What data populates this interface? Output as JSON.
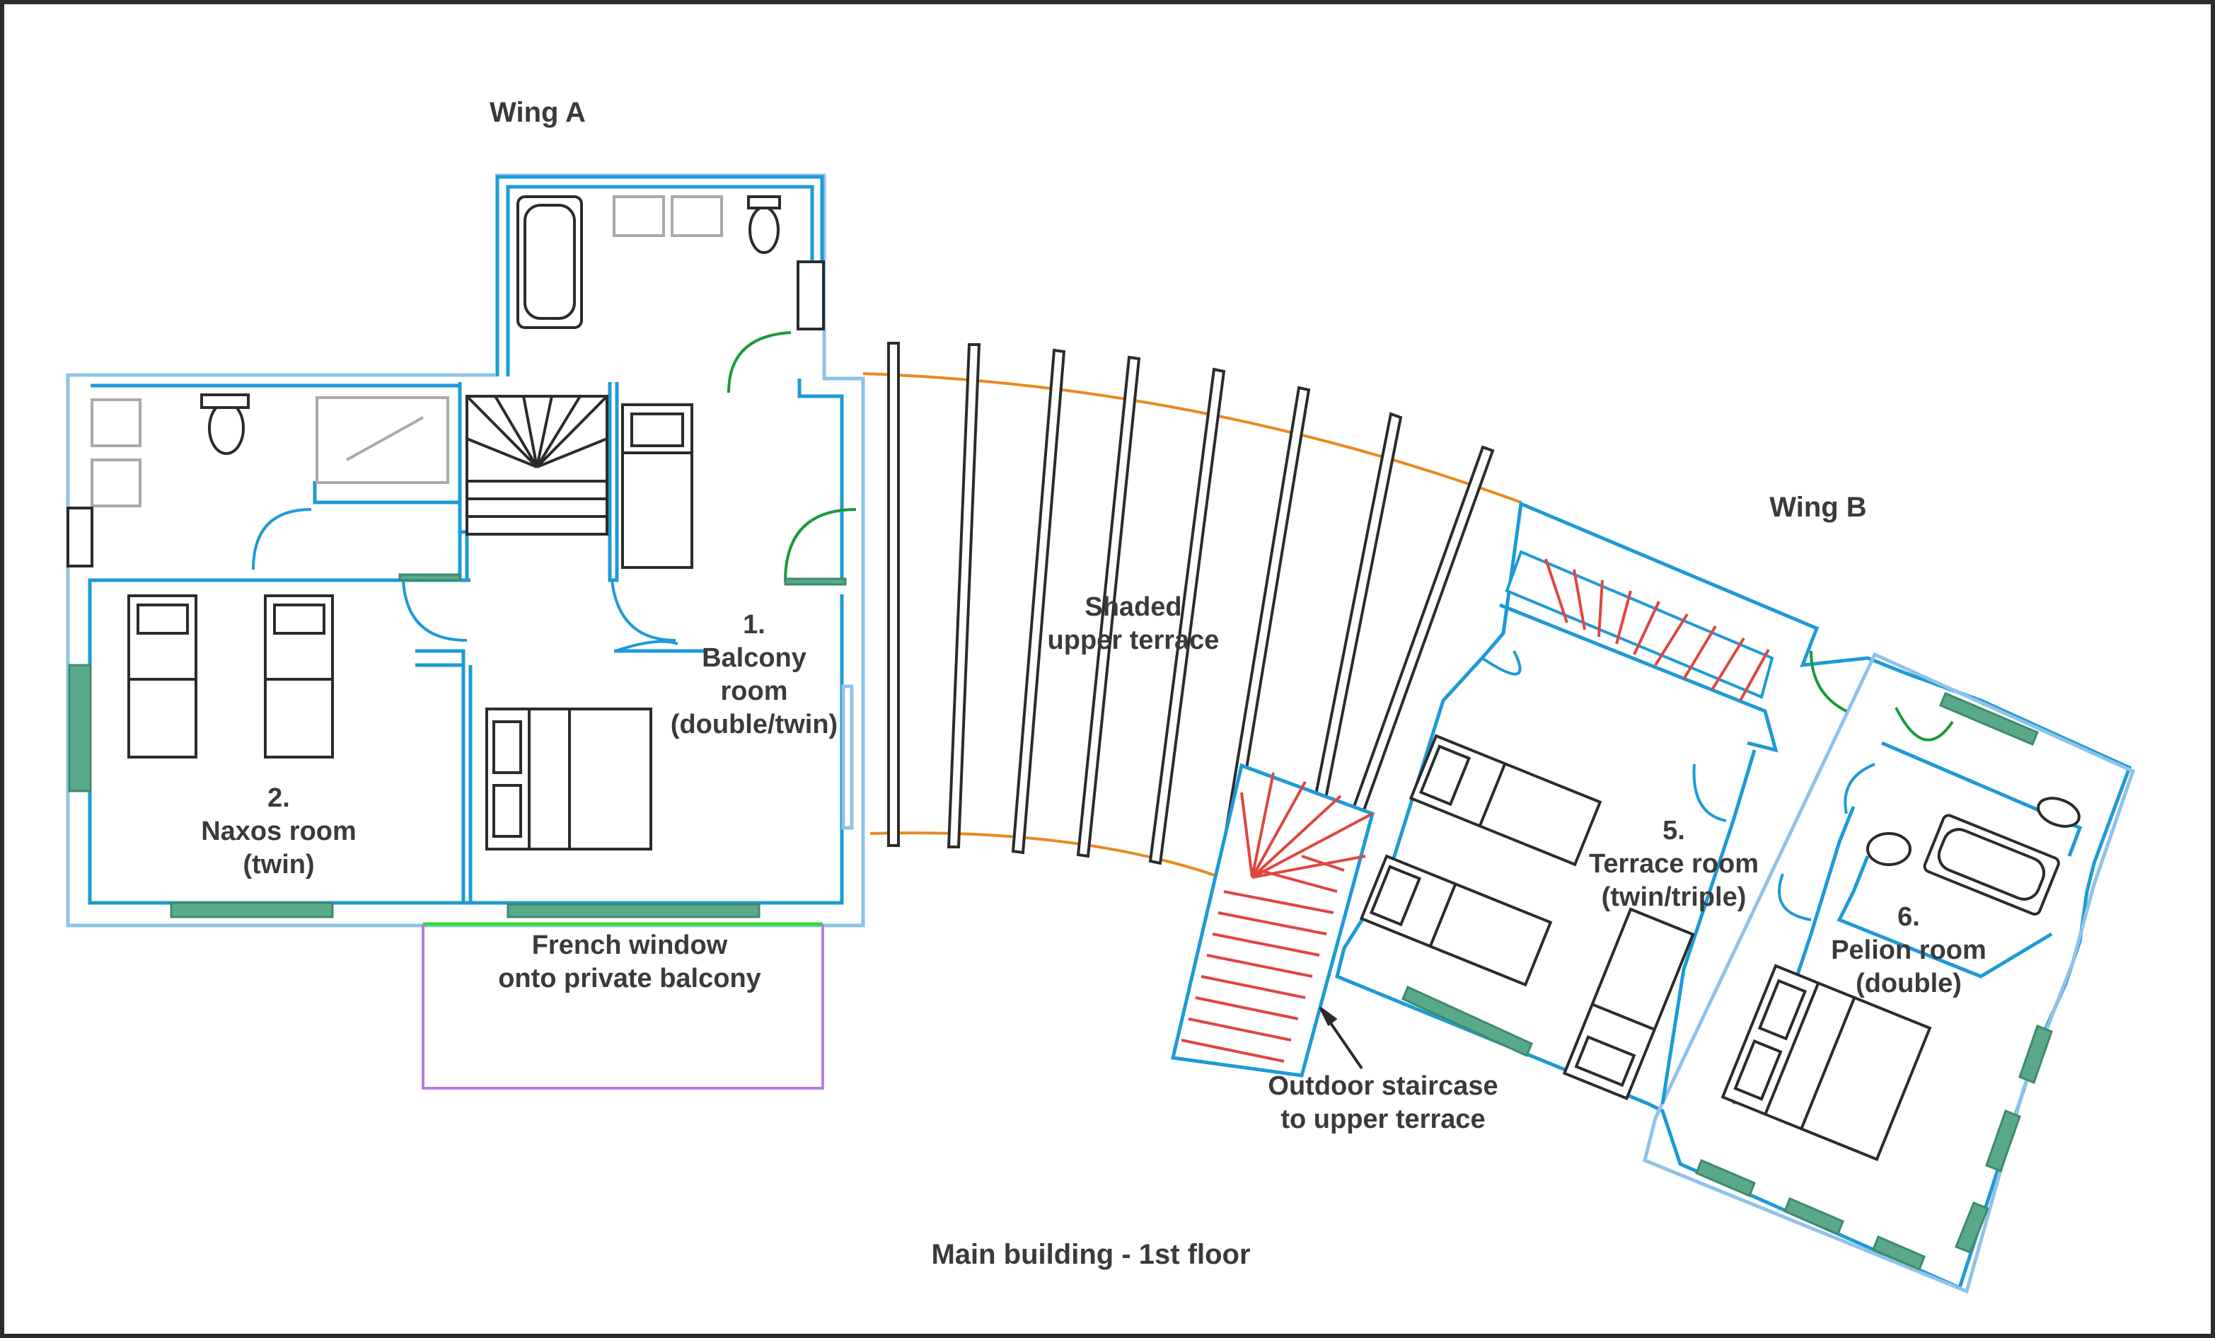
{
  "wings": {
    "a": "Wing A",
    "b": "Wing B"
  },
  "rooms": {
    "balcony": {
      "line1": "1.",
      "line2": "Balcony",
      "line3": "room",
      "line4": "(double/twin)"
    },
    "naxos": {
      "line1": "2.",
      "line2": "Naxos room",
      "line3": "(twin)"
    },
    "terrace": {
      "line1": "5.",
      "line2": "Terrace room",
      "line3": "(twin/triple)"
    },
    "pelion": {
      "line1": "6.",
      "line2": "Pelion room",
      "line3": "(double)"
    }
  },
  "annotations": {
    "shaded_terrace": {
      "line1": "Shaded",
      "line2": "upper terrace"
    },
    "french_window": {
      "line1": "French window",
      "line2": "onto private balcony"
    },
    "outdoor_stair": {
      "line1": "Outdoor staircase",
      "line2": "to upper terrace"
    }
  },
  "caption": "Main building - 1st floor",
  "colors": {
    "wall": "#1e9ad6",
    "outer_wall": "#8fc3ea",
    "window": "#5aa98a",
    "pergola_edge": "#e8891f",
    "balcony_outline": "#b77ee0",
    "french_window_line": "#33dd33",
    "outdoor_stairs": "#e0463f",
    "door_swing": "#1a9a3c"
  }
}
